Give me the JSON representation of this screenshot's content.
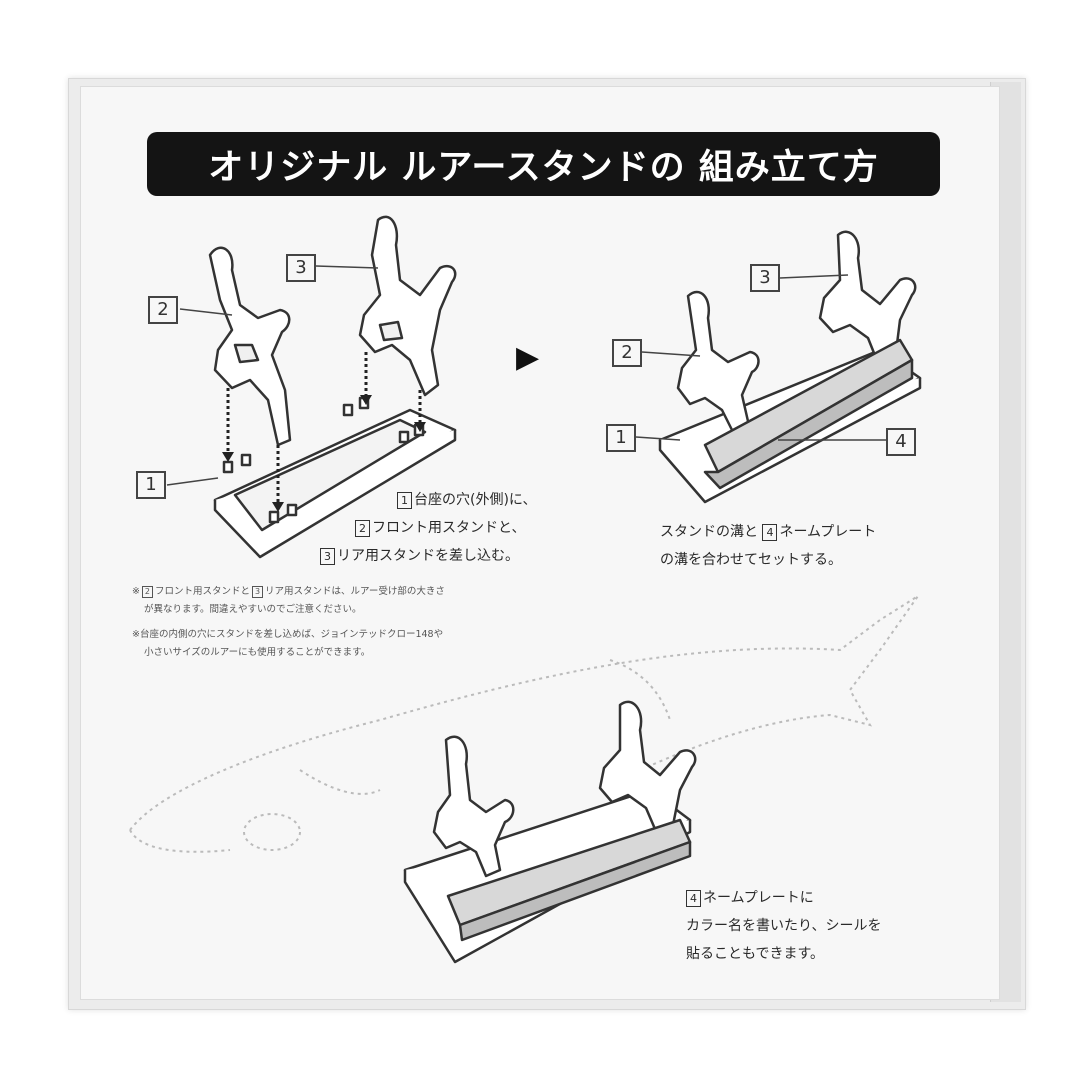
{
  "title": "オリジナル ルアースタンドの 組み立て方",
  "part_labels": {
    "one": "1",
    "two": "2",
    "three": "3",
    "four": "4"
  },
  "arrow_glyph": "▶",
  "step1": {
    "line1": "台座の穴(外側)に、",
    "line2": "フロント用スタンドと、",
    "line3": "リア用スタンドを差し込む。"
  },
  "step2": {
    "line1_a": "スタンドの溝と",
    "line1_b": "ネームプレート",
    "line2": "の溝を合わせてセットする。"
  },
  "notes": {
    "mark": "※",
    "n1_a": "フロント用スタンドと",
    "n1_b": "リア用スタンドは、ルアー受け部の大きさ",
    "n1_c": "が異なります。間違えやすいのでご注意ください。",
    "n2_a": "台座の内側の穴にスタンドを差し込めば、ジョインテッドクロー148や",
    "n2_b": "小さいサイズのルアーにも使用することができます。"
  },
  "step3": {
    "line1": "ネームプレートに",
    "line2": "カラー名を書いたり、シールを",
    "line3": "貼ることもできます。"
  }
}
